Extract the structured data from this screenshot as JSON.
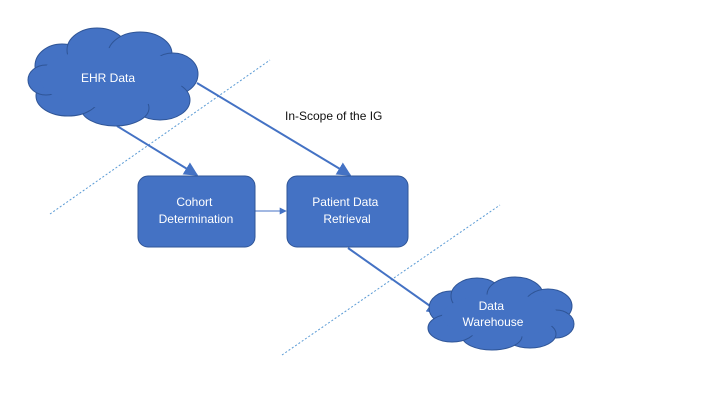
{
  "diagram": {
    "colors": {
      "node_fill": "#4472C4",
      "node_stroke": "#2F5597",
      "arrow": "#4472C4",
      "boundary": "#5B9BD5"
    },
    "nodes": {
      "ehr": {
        "shape": "cloud",
        "lines": [
          "EHR Data"
        ]
      },
      "cohort": {
        "shape": "rounded-rect",
        "lines": [
          "Cohort",
          "Determination"
        ]
      },
      "retrieval": {
        "shape": "rounded-rect",
        "lines": [
          "Patient Data",
          "Retrieval"
        ]
      },
      "warehouse": {
        "shape": "cloud",
        "lines": [
          "Data",
          "Warehouse"
        ]
      }
    },
    "edges": [
      {
        "from": "ehr",
        "to": "cohort"
      },
      {
        "from": "ehr",
        "to": "retrieval"
      },
      {
        "from": "cohort",
        "to": "retrieval"
      },
      {
        "from": "retrieval",
        "to": "warehouse"
      }
    ],
    "scope_label": "In-Scope of the IG"
  }
}
